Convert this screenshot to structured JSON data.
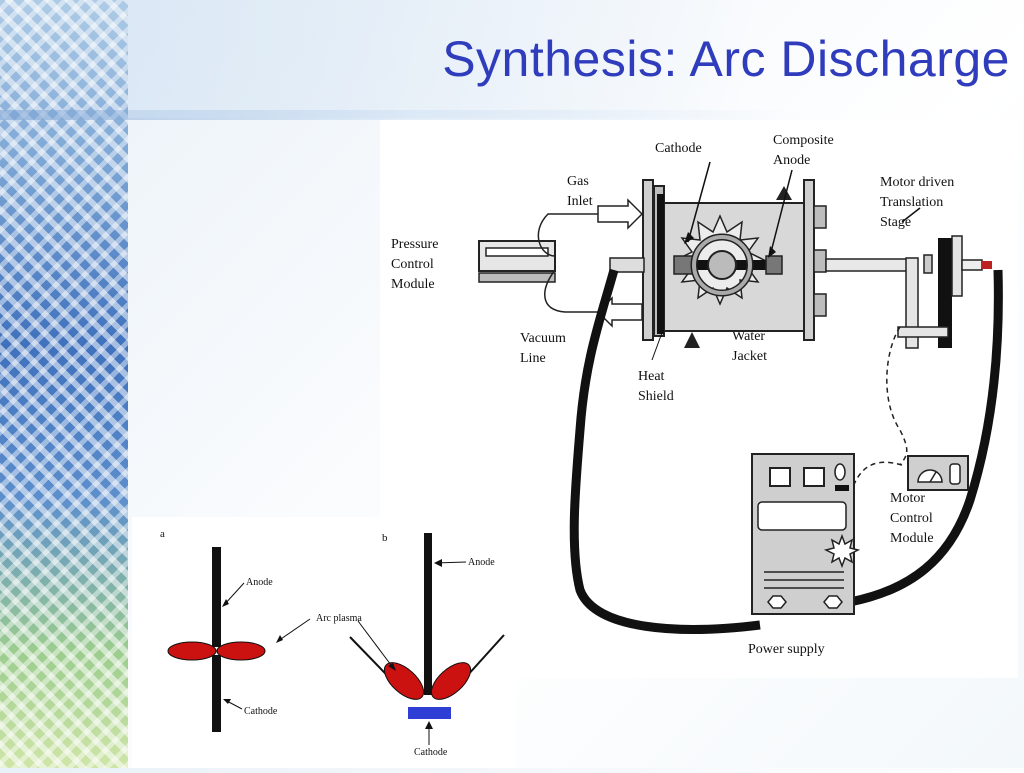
{
  "slide": {
    "title": "Synthesis: Arc Discharge"
  },
  "apparatus": {
    "labels": {
      "cathode": "Cathode",
      "composite_anode": [
        "Composite",
        "Anode"
      ],
      "gas_inlet": [
        "Gas",
        "Inlet"
      ],
      "pressure_control": [
        "Pressure",
        "Control",
        "Module"
      ],
      "motor_stage": [
        "Motor driven",
        "Translation",
        "Stage"
      ],
      "vacuum_line": [
        "Vacuum",
        "Line"
      ],
      "water_jacket": [
        "Water",
        "Jacket"
      ],
      "heat_shield": [
        "Heat",
        "Shield"
      ],
      "motor_control": [
        "Motor",
        "Control",
        "Module"
      ],
      "power_supply": "Power supply"
    }
  },
  "arc_panel": {
    "panel_a": {
      "letter": "a",
      "anode": "Anode",
      "arc_plasma": "Arc plasma",
      "cathode": "Cathode"
    },
    "panel_b": {
      "letter": "b",
      "anode": "Anode",
      "cathode": "Cathode"
    },
    "colors": {
      "plasma": "#cc1111",
      "cathode_block": "#2f3fd6"
    }
  }
}
